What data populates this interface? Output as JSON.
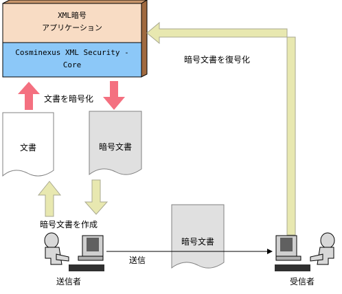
{
  "app_box": {
    "title_line1": "XML暗号",
    "title_line2": "アプリケーション",
    "core_line1": "Cosminexus XML Security -",
    "core_line2": "Core"
  },
  "labels": {
    "encrypt": "文書を暗号化",
    "decrypt": "暗号文書を復号化",
    "create": "暗号文書を作成",
    "send": "送信"
  },
  "documents": {
    "plain": "文書",
    "encrypted_top": "暗号文書",
    "encrypted_transit": "暗号文書"
  },
  "people": {
    "sender": "送信者",
    "receiver": "受信者"
  },
  "colors": {
    "app_top": "#f8dcc4",
    "app_core": "#8cc8f8",
    "app_side": "#b07a50",
    "red_arrow": "#f47080",
    "yellow_arrow": "#e8e8b0",
    "doc_gray": "#e0e0e0",
    "doc_white": "#ffffff"
  }
}
